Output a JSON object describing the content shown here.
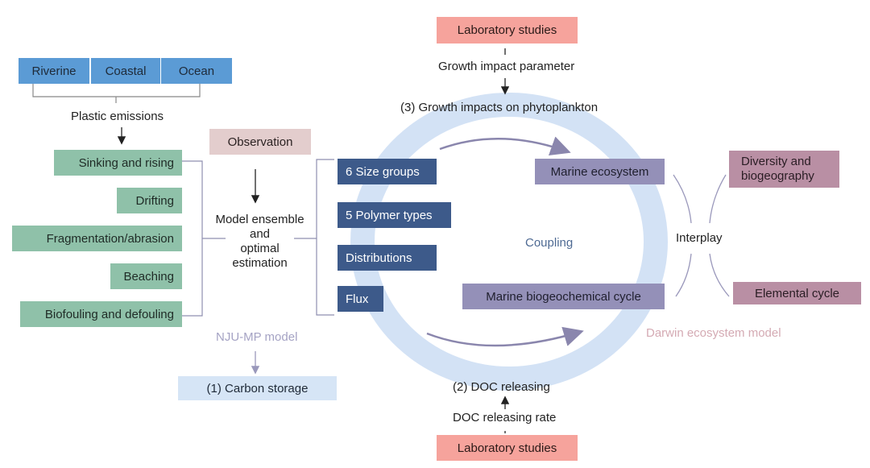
{
  "sources": [
    "Riverine",
    "Coastal",
    "Ocean"
  ],
  "plastic_emissions": "Plastic emissions",
  "processes": [
    "Sinking and rising",
    "Drifting",
    "Fragmentation/abrasion",
    "Beaching",
    "Biofouling and defouling"
  ],
  "observation": "Observation",
  "model_ensemble": [
    "Model ensemble",
    "and",
    "optimal",
    "estimation"
  ],
  "outputs": [
    "6 Size groups",
    "5 Polymer types",
    "Distributions",
    "Flux"
  ],
  "nju_model": "NJU-MP model",
  "carbon_storage": "(1) Carbon storage",
  "lab_top": "Laboratory studies",
  "growth_param": "Growth impact parameter",
  "growth_impacts": "(3) Growth impacts on phytoplankton",
  "marine_ecosystem": "Marine ecosystem",
  "marine_bgc": "Marine biogeochemical cycle",
  "coupling": "Coupling",
  "interplay": "Interplay",
  "diversity": [
    "Diversity and",
    "biogeography"
  ],
  "elemental": "Elemental cycle",
  "darwin_model": "Darwin ecosystem model",
  "doc_releasing": "(2) DOC releasing",
  "doc_rate": "DOC releasing rate",
  "lab_bottom": "Laboratory studies",
  "colors": {
    "source_blue": "#5b9bd5",
    "process_green": "#8fc1a9",
    "output_navy": "#3d5a8a",
    "ecosystem_purple": "#9490b8",
    "darwin_mauve": "#b98fa4",
    "lab_salmon": "#f6a39c",
    "ring_blue": "#d3e2f5"
  }
}
